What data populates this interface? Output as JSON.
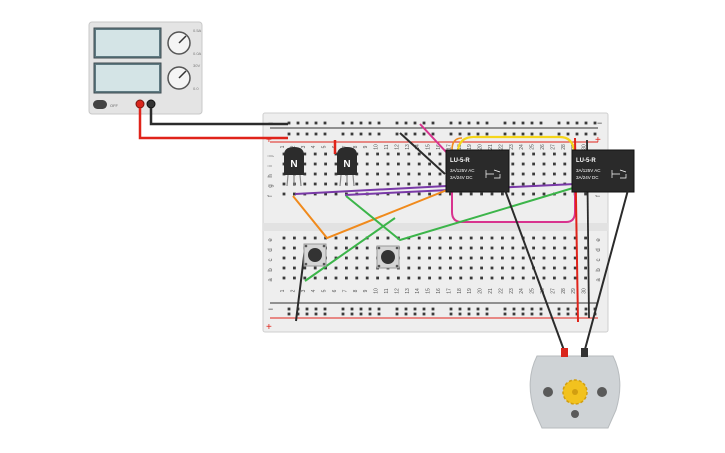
{
  "power_supply": {
    "display_top": "",
    "display_bottom": "",
    "knob_top_max": "0.5A",
    "knob_top_min": "0.0A",
    "knob_bottom_max": "30V",
    "knob_bottom_min": "0.0",
    "switch_label": "OFF"
  },
  "breadboard": {
    "rail_minus": "−",
    "rail_plus": "+",
    "rows_top": [
      "j",
      "i",
      "h",
      "g",
      "f"
    ],
    "rows_bottom": [
      "e",
      "d",
      "c",
      "b",
      "a"
    ],
    "column_numbers": [
      "1",
      "2",
      "3",
      "4",
      "5",
      "6",
      "7",
      "8",
      "9",
      "10",
      "11",
      "12",
      "13",
      "14",
      "15",
      "16",
      "17",
      "18",
      "19",
      "20",
      "21",
      "22",
      "23",
      "24",
      "25",
      "26",
      "27",
      "28",
      "29",
      "30"
    ]
  },
  "transistors": [
    {
      "label": "N"
    },
    {
      "label": "N"
    }
  ],
  "relays": [
    {
      "model": "LU-5-R",
      "rating_ac": "3A/125V AC",
      "rating_dc": "3A/24V DC"
    },
    {
      "model": "LU-5-R",
      "rating_ac": "3A/125V AC",
      "rating_dc": "3A/24V DC"
    }
  ],
  "colors": {
    "wire_red": "#e0231a",
    "wire_black": "#2b2b2b",
    "wire_orange": "#f08a1c",
    "wire_green": "#3cb54a",
    "wire_purple": "#7a3aa8",
    "wire_magenta": "#d8338e",
    "wire_yellow": "#f5d51a",
    "breadboard": "#eeeeee",
    "relay_body": "#2a2a2a",
    "motor_body": "#cfd3d6",
    "gear": "#f2c21e"
  }
}
